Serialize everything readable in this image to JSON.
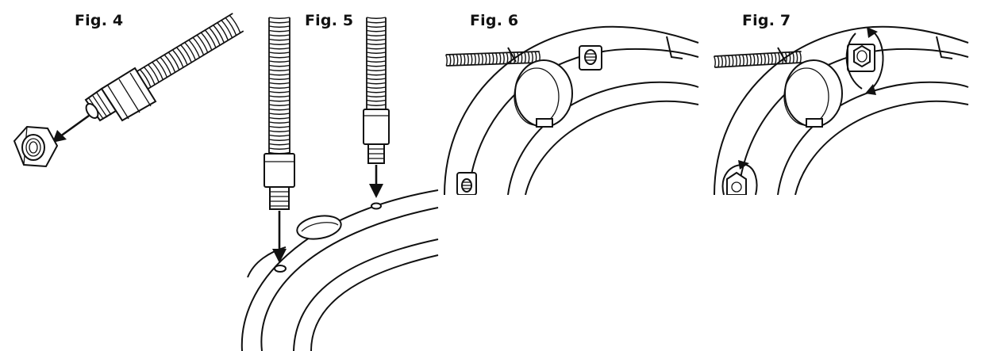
{
  "figures": [
    {
      "label": "Fig. 4"
    },
    {
      "label": "Fig. 5"
    },
    {
      "label": "Fig. 6"
    },
    {
      "label": "Fig. 7"
    }
  ],
  "colors": {
    "line": "#111111",
    "background": "#ffffff"
  }
}
